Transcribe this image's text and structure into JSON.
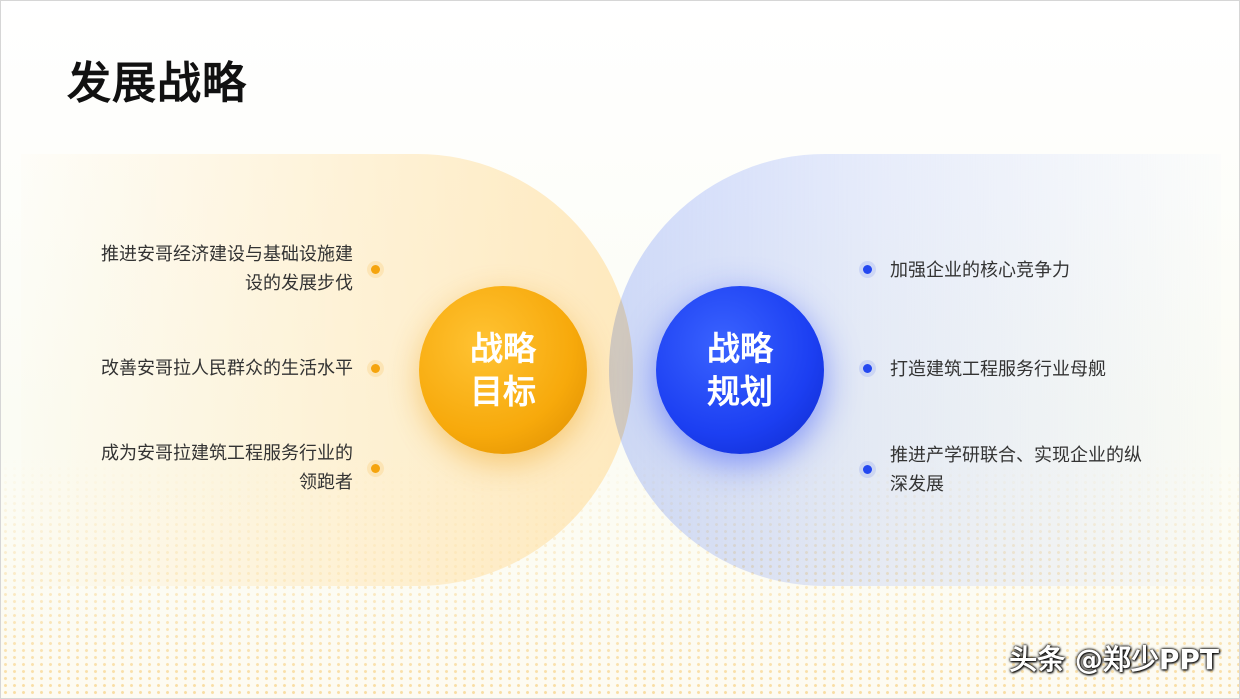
{
  "slide": {
    "title": "发展战略",
    "left_circle": {
      "line1": "战略",
      "line2": "目标"
    },
    "right_circle": {
      "line1": "战略",
      "line2": "规划"
    },
    "left_items": [
      {
        "line1": "推进安哥经济建设与基础设施建",
        "line2": "设的发展步伐"
      },
      {
        "line1": "改善安哥拉人民群众的生活水平",
        "line2": ""
      },
      {
        "line1": "成为安哥拉建筑工程服务行业的",
        "line2": "领跑者"
      }
    ],
    "right_items": [
      {
        "line1": "加强企业的核心竞争力",
        "line2": ""
      },
      {
        "line1": "打造建筑工程服务行业母舰",
        "line2": ""
      },
      {
        "line1": "推进产学研联合、实现企业的纵",
        "line2": "深发展"
      }
    ],
    "watermark": "头条 @郑少PPT"
  },
  "colors": {
    "accent_orange": "#f5a40d",
    "accent_blue": "#2448f0",
    "title_text": "#111111",
    "body_text": "#333333"
  }
}
